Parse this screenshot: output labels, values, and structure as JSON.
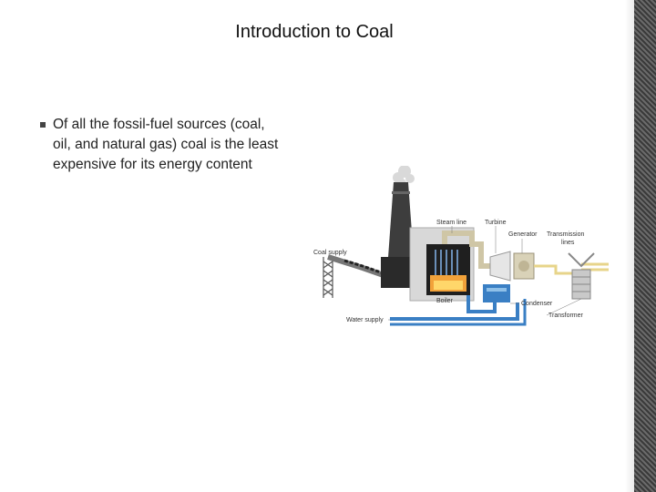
{
  "slide": {
    "title": "Introduction to Coal",
    "bullet": "Of all the fossil-fuel sources (coal, oil, and natural gas) coal is the least expensive for its energy content"
  },
  "diagram": {
    "labels": {
      "steam_line": "Steam line",
      "turbine": "Turbine",
      "generator": "Generator",
      "transmission": "Transmission",
      "lines": "lines",
      "coal_supply": "Coal supply",
      "boiler": "Boiler",
      "condenser": "Condenser",
      "water_supply": "Water supply",
      "transformer": "Transformer"
    },
    "colors": {
      "water": "#3a7fc4",
      "steam": "#cfc6a6",
      "fire": "#f2a23a",
      "stack": "#3d3d3d",
      "lines": "#e7d48a"
    }
  }
}
